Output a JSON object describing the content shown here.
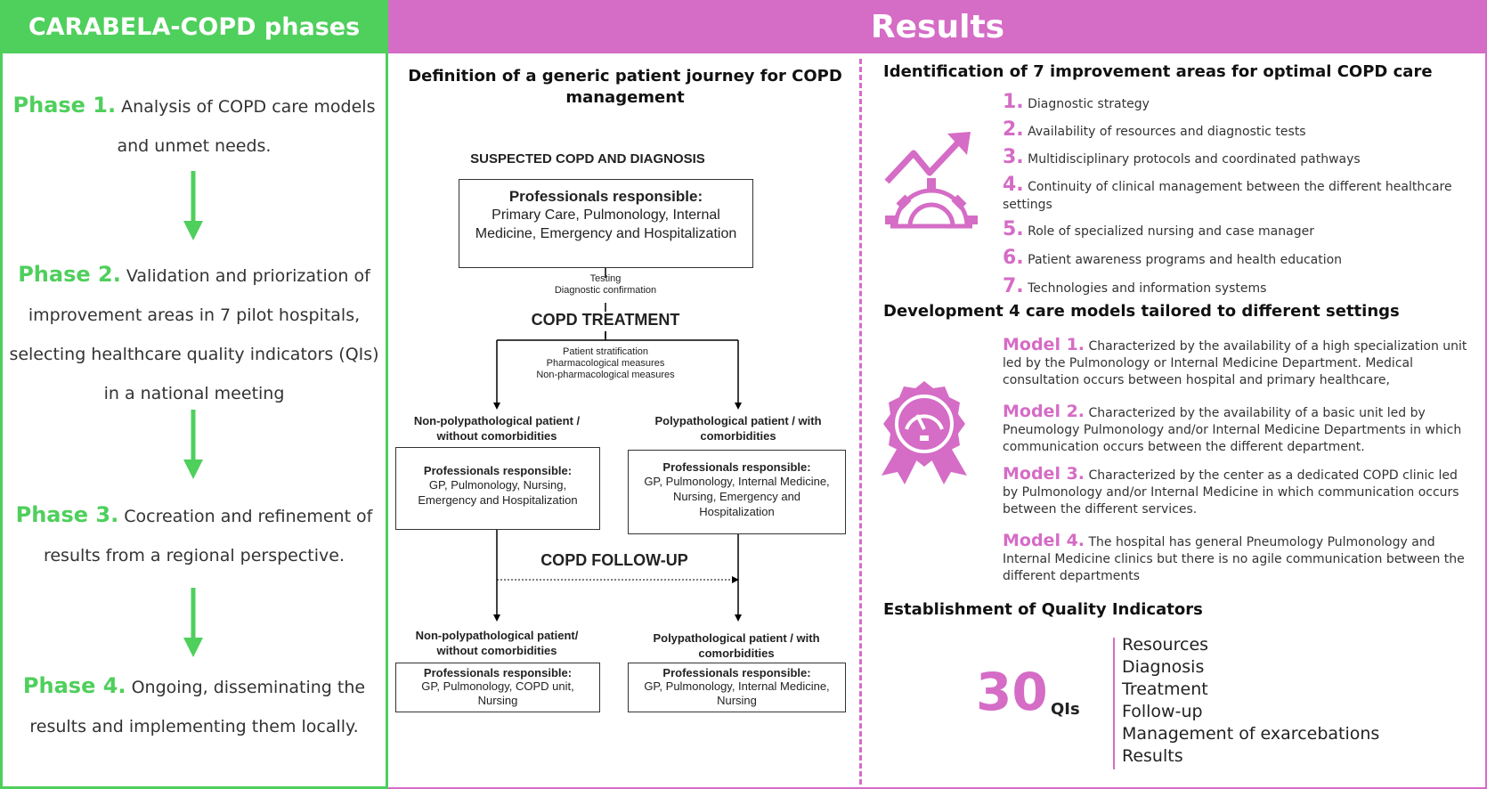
{
  "headers": {
    "left": "CARABELA-COPD phases",
    "right": "Results"
  },
  "phases": [
    {
      "title": "Phase 1.",
      "text_a": "Analysis of COPD care models",
      "text_b": "and unmet needs."
    },
    {
      "title": "Phase 2.",
      "text_a": "Validation and priorization of",
      "text_b": "improvement areas in 7 pilot hospitals,",
      "text_c": "selecting healthcare quality indicators (QIs)",
      "text_d": "in a national meeting"
    },
    {
      "title": "Phase 3.",
      "text_a": "Cocreation and refinement of",
      "text_b": "results from a regional perspective."
    },
    {
      "title": "Phase 4.",
      "text_a": "Ongoing, disseminating the",
      "text_b": "results and implementing them locally."
    }
  ],
  "journey": {
    "title": "Definition of a generic patient journey for COPD management",
    "diagnosis_heading": "SUSPECTED COPD AND DIAGNOSIS",
    "diagnosis_box": {
      "title": "Professionals responsible:",
      "text": "Primary Care, Pulmonology, Internal Medicine, Emergency and Hospitalization"
    },
    "testing": [
      "Testing",
      "Diagnostic confirmation"
    ],
    "treatment_heading": "COPD TREATMENT",
    "treatment_steps": [
      "Patient stratification",
      "Pharmacological measures",
      "Non-pharmacological measures"
    ],
    "branch_left": {
      "label": "Non-polypathological patient / without comorbidities",
      "box_title": "Professionals responsible:",
      "box_text": "GP, Pulmonology, Nursing, Emergency and Hospitalization"
    },
    "branch_right": {
      "label": "Polypathological patient / with comorbidities",
      "box_title": "Professionals responsible:",
      "box_text": "GP, Pulmonology, Internal Medicine, Nursing, Emergency and Hospitalization"
    },
    "followup_heading": "COPD FOLLOW-UP",
    "follow_left": {
      "label": "Non-polypathological patient/ without comorbidities",
      "box_title": "Professionals responsible:",
      "box_text": "GP, Pulmonology, COPD unit, Nursing"
    },
    "follow_right": {
      "label": "Polypathological patient / with comorbidities",
      "box_title": "Professionals responsible:",
      "box_text": "GP, Pulmonology, Internal Medicine, Nursing"
    }
  },
  "improvement": {
    "title": "Identification of  7 improvement areas for optimal COPD care",
    "icon": "growth-gear-icon",
    "items": [
      {
        "num": "1.",
        "text": "Diagnostic strategy"
      },
      {
        "num": "2.",
        "text": "Availability of resources and diagnostic tests"
      },
      {
        "num": "3.",
        "text": "Multidisciplinary protocols and coordinated pathways"
      },
      {
        "num": "4.",
        "text": "Continuity of clinical management between the different healthcare settings"
      },
      {
        "num": "5.",
        "text": " Role of specialized nursing and case manager"
      },
      {
        "num": "6.",
        "text": " Patient awareness programs and health education"
      },
      {
        "num": "7.",
        "text": "Technologies and information systems"
      }
    ]
  },
  "models": {
    "title": "Development 4 care models tailored to different settings",
    "icon": "award-badge-icon",
    "items": [
      {
        "title": "Model 1.",
        "text": "Characterized by the availability of a high specialization unit led by the Pulmonology or Internal Medicine Department. Medical consultation occurs between hospital and primary healthcare,"
      },
      {
        "title": "Model 2.",
        "text": "Characterized by the availability of a basic unit led by Pneumology Pulmonology and/or Internal Medicine Departments in which communication  occurs between the different department."
      },
      {
        "title": "Model 3.",
        "text": "Characterized by the center as a dedicated COPD clinic led by Pulmonology and/or Internal Medicine in which communication occurs between the different services."
      },
      {
        "title": "Model 4.",
        "text": "The hospital has general Pneumology Pulmonology and Internal Medicine clinics but there is no agile communication between the different departments"
      }
    ]
  },
  "quality": {
    "title": "Establishment of Quality Indicators",
    "count": "30",
    "unit": "QIs",
    "items": [
      "Resources",
      "Diagnosis",
      "Treatment",
      "Follow-up",
      "Management of exarcebations",
      "Results"
    ]
  },
  "colors": {
    "green": "#4fcf5c",
    "pink": "#d56cc6"
  }
}
